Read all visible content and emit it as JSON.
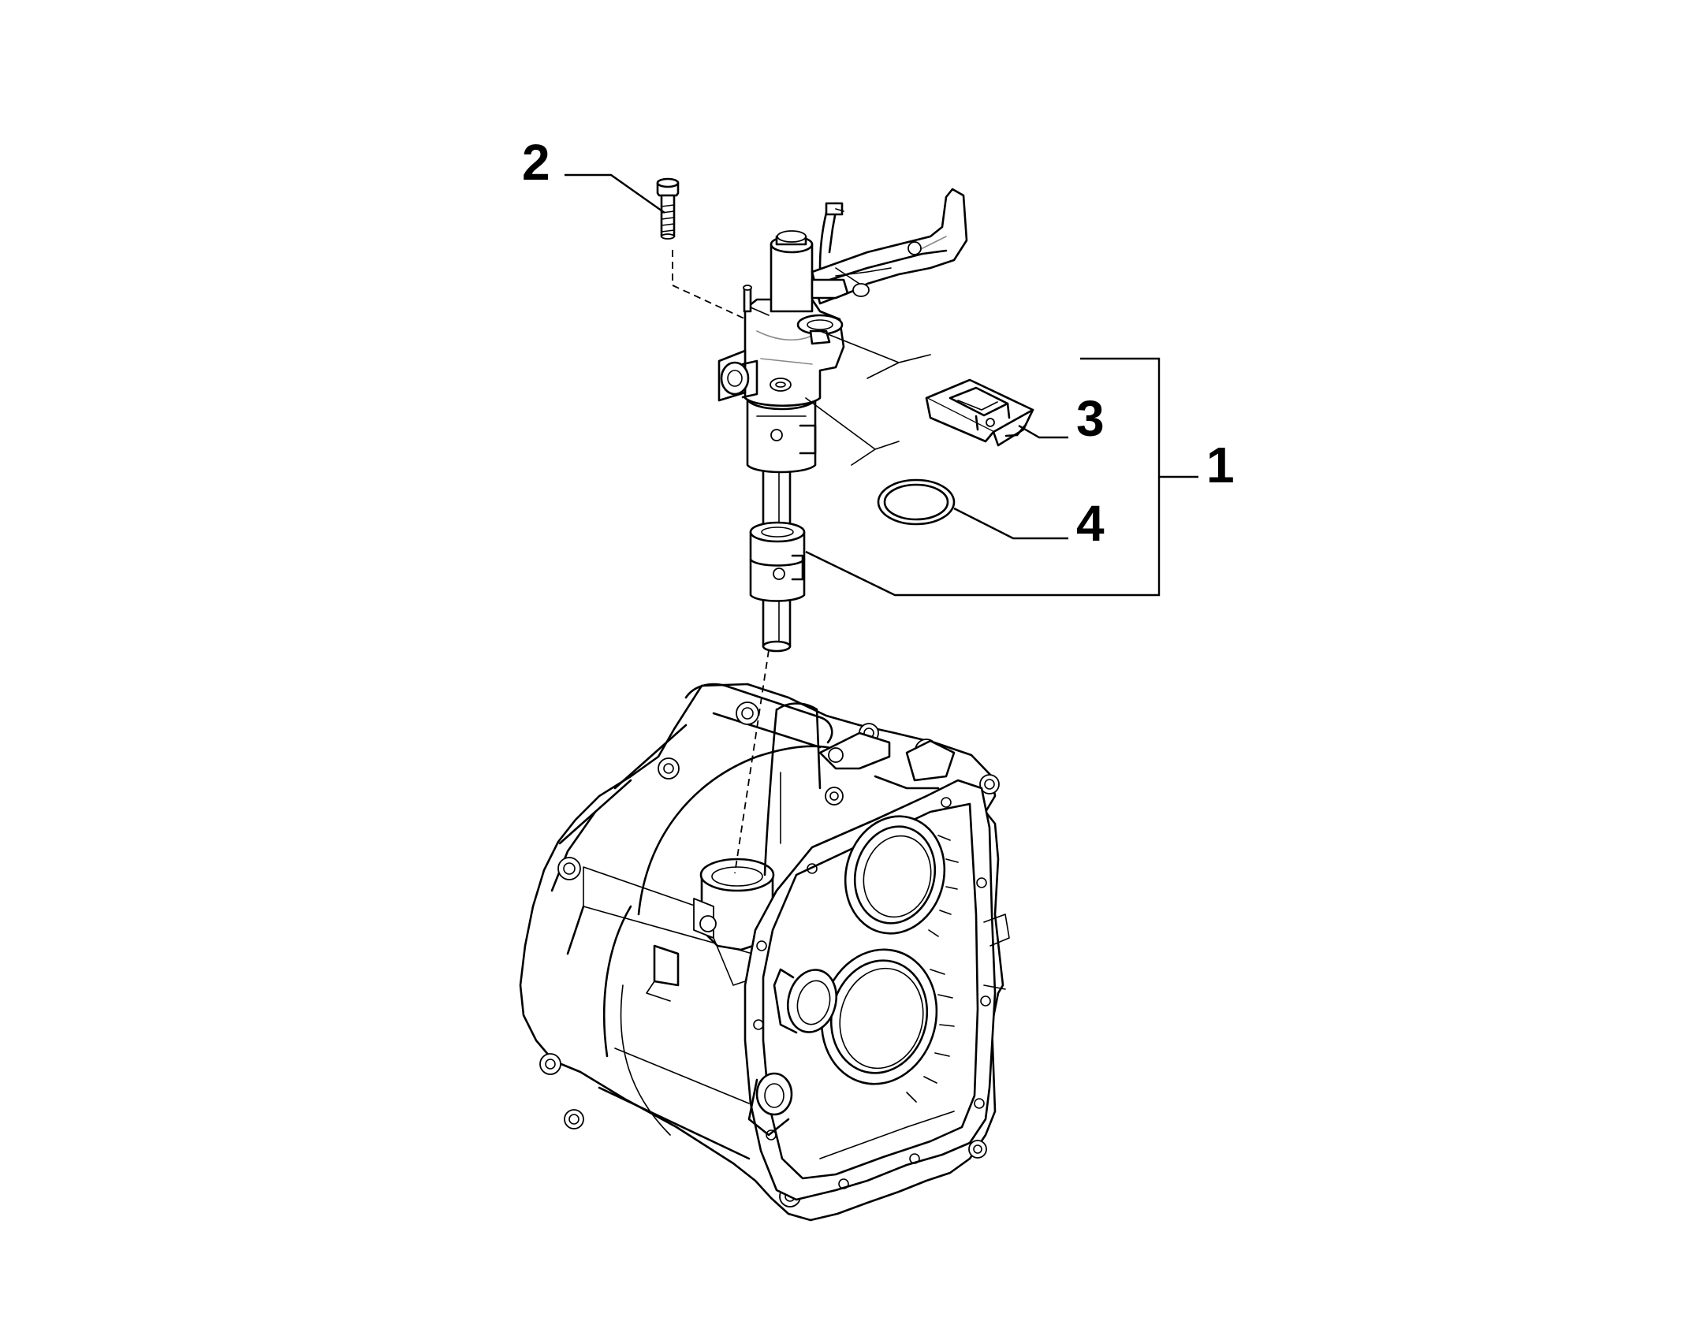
{
  "callouts": [
    {
      "id": "1",
      "label": "1"
    },
    {
      "id": "2",
      "label": "2"
    },
    {
      "id": "3",
      "label": "3"
    },
    {
      "id": "4",
      "label": "4"
    }
  ],
  "colors": {
    "line": "#000000",
    "background": "#ffffff",
    "highlight": "#8a8a8a"
  }
}
